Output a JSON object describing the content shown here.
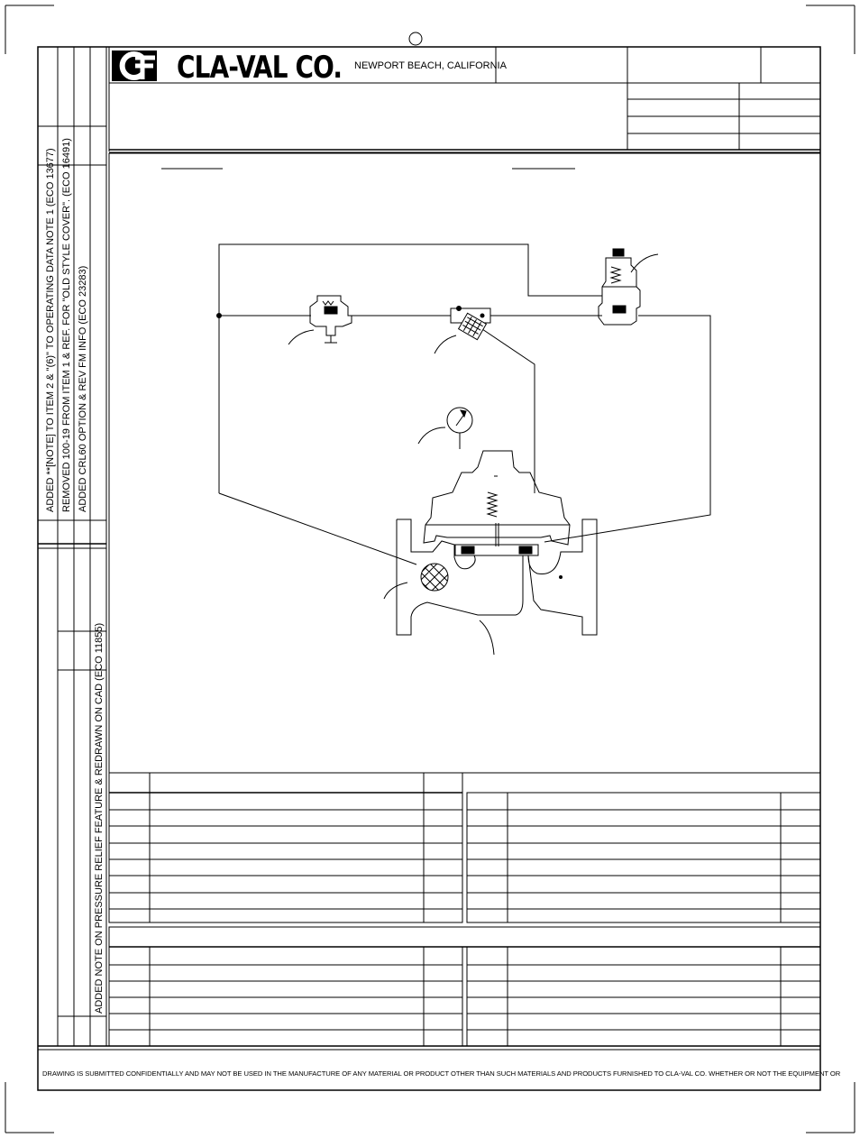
{
  "title_block": {
    "company_name": "CLA-VAL CO.",
    "company_location": "NEWPORT BEACH, CALIFORNIA",
    "logo": "cla-val-logo"
  },
  "revisions": [
    {
      "description": "ADDED **[NOTE] TO ITEM 2 & \"(6)\" TO OPERATING DATA NOTE 1 (ECO 13677)"
    },
    {
      "description": "REMOVED 100-19 FROM ITEM 1 & REF. FOR \"OLD STYLE COVER\". (ECO 16491)"
    },
    {
      "description": "ADDED CRL60 OPTION & REV FM INFO (ECO 23283)"
    },
    {
      "description": "ADDED NOTE ON PRESSURE RELIEF FEATURE & REDRAWN ON CAD (ECO 11855)"
    }
  ],
  "footer": {
    "disclaimer": "DRAWING IS SUBMITTED CONFIDENTIALLY AND MAY NOT BE USED IN THE MANUFACTURE OF ANY MATERIAL OR PRODUCT OTHER THAN SUCH MATERIALS AND PRODUCTS FURNISHED TO CLA-VAL CO. WHETHER OR NOT THE EQUIPMENT OR"
  },
  "colors": {
    "line": "#000000",
    "paper": "#ffffff"
  },
  "icons": [
    "pressure-gauge-icon",
    "strainer-icon",
    "pilot-valve-icon",
    "needle-valve-icon",
    "check-valve-icon"
  ]
}
